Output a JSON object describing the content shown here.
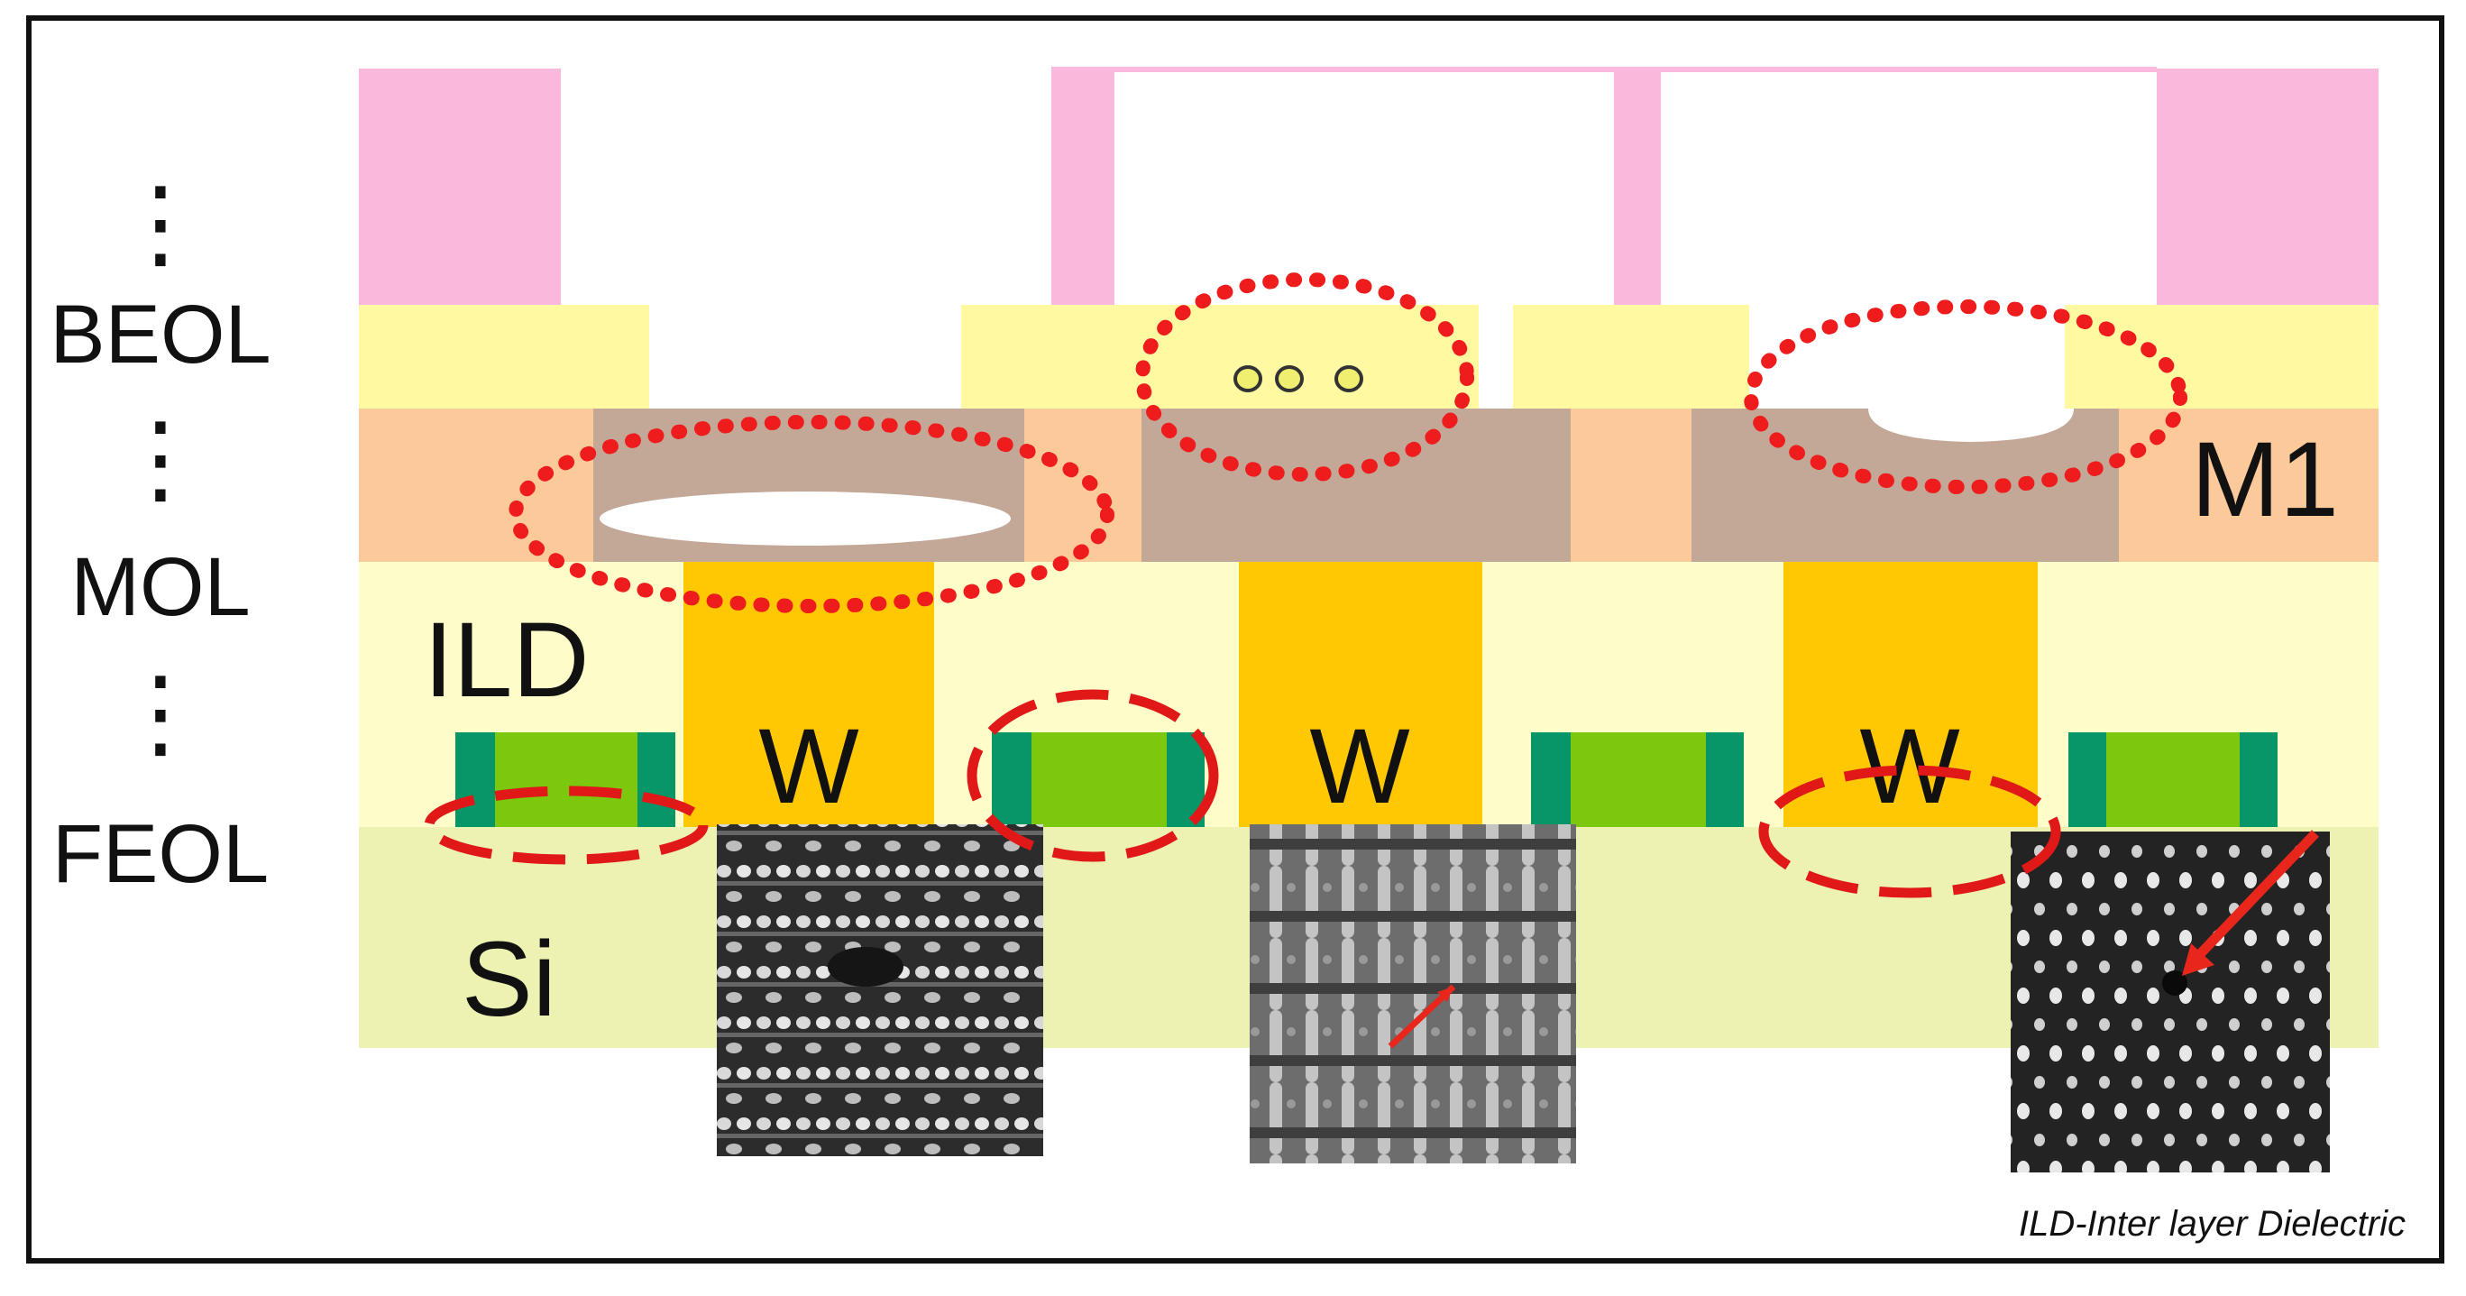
{
  "labels": {
    "beol": "BEOL",
    "mol": "MOL",
    "feol": "FEOL",
    "vertical_ellipsis": "⋮",
    "m1": "M1",
    "ild": "ILD",
    "si": "Si",
    "w": "W"
  },
  "caption": "ILD-Inter layer Dielectric",
  "colors": {
    "beol_metal": "#f9b8dc",
    "via_layer": "#fffaa2",
    "m1_layer": "#fbc99a",
    "m1_metal": "#c3a898",
    "ild": "#fefcc9",
    "tungsten": "#ffc803",
    "gate_green": "#7bc80e",
    "gate_spacer": "#069668",
    "silicon": "#edf1b1",
    "defect_dotted": "#ee1c1c",
    "defect_dashed": "#e01818",
    "border": "#111111"
  }
}
